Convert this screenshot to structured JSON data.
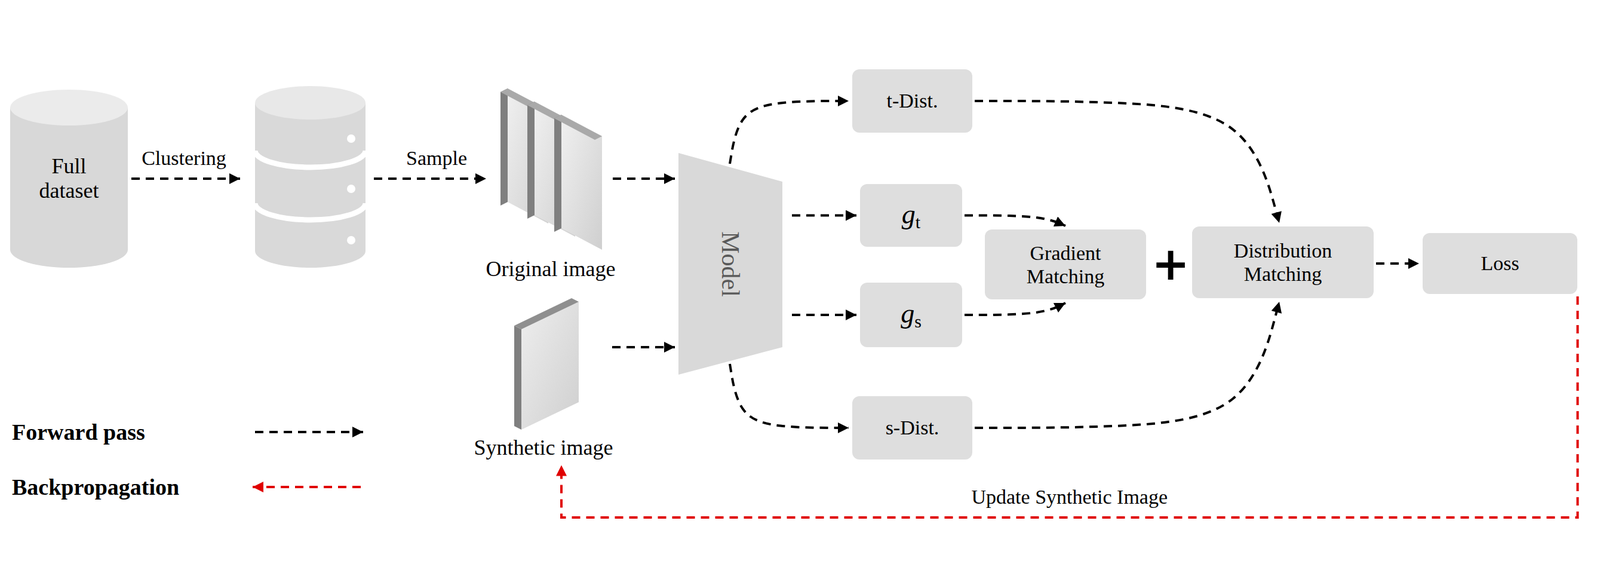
{
  "diagram": {
    "nodes": [
      {
        "text": [
          "Full dataset"
        ]
      },
      {
        "text": [
          "Original image"
        ]
      },
      {
        "text": [
          "Synthetic image"
        ]
      },
      {
        "text": [
          "Model"
        ]
      },
      {
        "text": [
          "t-Dist."
        ]
      },
      {
        "text": [
          "g",
          "t"
        ]
      },
      {
        "text": [
          "g",
          "s"
        ]
      },
      {
        "text": [
          "s-Dist."
        ]
      },
      {
        "text": [
          "Gradient Matching"
        ]
      },
      {
        "text": [
          "Distribution Matching"
        ]
      },
      {
        "text": [
          "Loss"
        ]
      }
    ],
    "edges": [
      {
        "from": 1,
        "to": 3,
        "arrow": "to"
      },
      {
        "from": 2,
        "to": 3,
        "arrow": "to"
      },
      {
        "from": 3,
        "to": 4,
        "arrow": "to"
      },
      {
        "from": 3,
        "to": 5,
        "arrow": "to"
      },
      {
        "from": 3,
        "to": 6,
        "arrow": "to"
      },
      {
        "from": 3,
        "to": 7,
        "arrow": "to"
      },
      {
        "from": 5,
        "to": 8,
        "arrow": "to"
      },
      {
        "from": 6,
        "to": 8,
        "arrow": "to"
      },
      {
        "from": 4,
        "to": 9,
        "arrow": "to"
      },
      {
        "from": 7,
        "to": 9,
        "arrow": "to"
      },
      {
        "from": 9,
        "to": 10,
        "arrow": "to"
      },
      {
        "from": 10,
        "to": 2,
        "label": "Update Synthetic Image",
        "arrow": "to"
      }
    ],
    "labels": [
      "Clustering",
      "Sample",
      "+"
    ],
    "legend": [
      {
        "text": "Forward pass"
      },
      {
        "text": "Backpropagation"
      }
    ]
  }
}
